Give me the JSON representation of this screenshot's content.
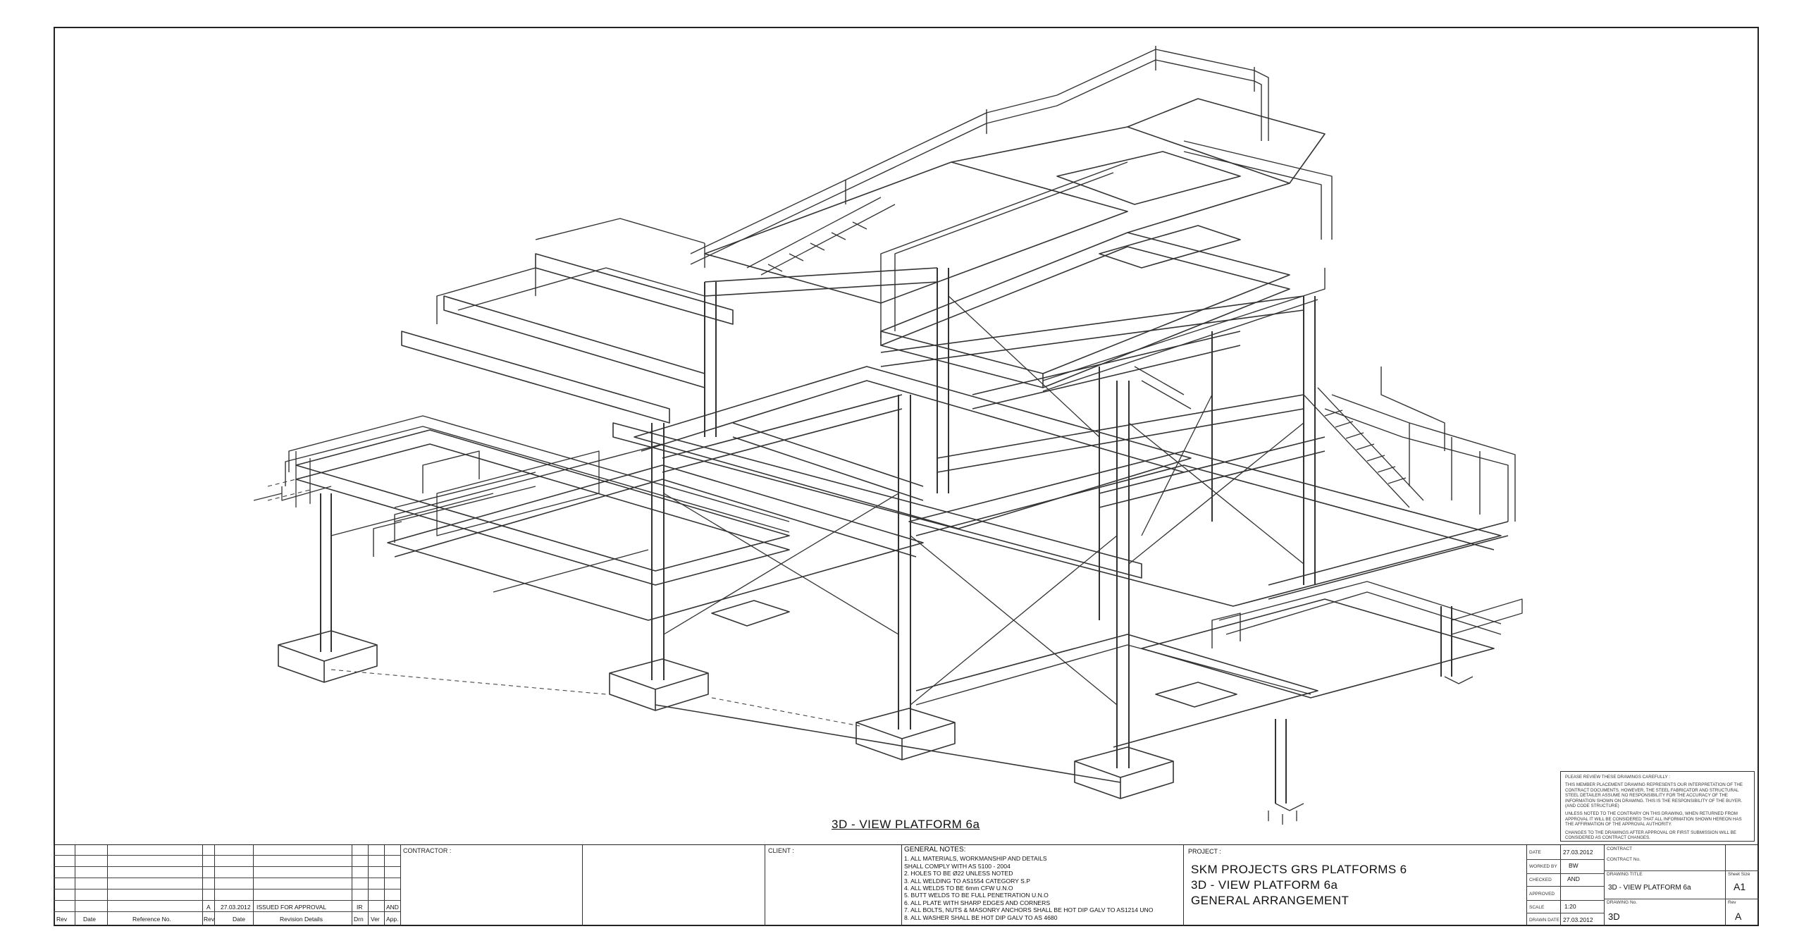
{
  "view_title": "3D - VIEW PLATFORM 6a",
  "review_notes": {
    "heading": "PLEASE REVIEW THESE DRAWINGS CAREFULLY :",
    "p1": "THIS MEMBER PLACEMENT DRAWING REPRESENTS OUR INTERPRETATION OF THE CONTRACT DOCUMENTS. HOWEVER, THE STEEL FABRICATOR AND STRUCTURAL STEEL DETAILER ASSUME NO RESPONSIBILITY FOR THE ACCURACY OF THE INFORMATION SHOWN ON DRAWING. THIS IS THE RESPONSIBILITY OF THE BUYER. (AND CODE STRUCTURE)",
    "p2": "UNLESS NOTED TO THE CONTRARY ON THIS DRAWING, WHEN RETURNED FROM APPROVAL IT WILL BE CONSIDERED THAT ALL INFORMATION SHOWN HEREON HAS THE AFFIRMATION OF THE APPROVAL AUTHORITY.",
    "p3": "CHANGES TO THE DRAWINGS AFTER APPROVAL OR FIRST SUBMISSION WILL BE CONSIDERED AS CONTRACT CHANGES."
  },
  "revision_table": {
    "headers": [
      "Rev",
      "Date",
      "Reference No.",
      "Rev",
      "Date",
      "Revision Details",
      "Drn",
      "Ver",
      "App."
    ],
    "row": {
      "rev": "A",
      "date": "27.03.2012",
      "details": "ISSUED FOR APPROVAL",
      "drn": "IR",
      "app": "AND"
    }
  },
  "contractor_label": "CONTRACTOR :",
  "client_label": "CLIENT :",
  "general_notes": {
    "heading": "GENERAL NOTES:",
    "lines": [
      "1. ALL MATERIALS, WORKMANSHIP AND DETAILS",
      "    SHALL COMPLY WITH AS 5100 - 2004",
      "2. HOLES TO BE Ø22 UNLESS NOTED",
      "3. ALL WELDING TO AS1554 CATEGORY S.P",
      "4. ALL WELDS TO BE 6mm CFW U.N.O",
      "5. BUTT WELDS TO BE FULL PENETRATION U.N.O",
      "6. ALL PLATE WITH SHARP EDGES AND CORNERS",
      "7. ALL BOLTS, NUTS & MASONRY ANCHORS SHALL BE HOT DIP GALV TO AS1214 UNO",
      "8. ALL WASHER SHALL BE HOT DIP GALV TO AS 4680"
    ]
  },
  "project": {
    "label": "PROJECT :",
    "line1": "SKM PROJECTS GRS PLATFORMS 6",
    "line2": "3D - VIEW PLATFORM 6a",
    "line3": "GENERAL ARRANGEMENT"
  },
  "info": {
    "date_label": "DATE",
    "date": "27.03.2012",
    "worked_by_label": "WORKED BY",
    "worked_by": "BW",
    "checked_label": "CHECKED",
    "checked": "AND",
    "approved_label": "APPROVED",
    "scale_label": "SCALE",
    "scale": "1:20",
    "drawn_date_label": "DRAWN DATE",
    "drawn_date": "27.03.2012",
    "contract_label": "CONTRACT",
    "contract_no_label": "CONTRACT No.",
    "drawing_title_label": "DRAWING TITLE",
    "drawing_title": "3D - VIEW PLATFORM 6a",
    "sheet_size_label": "Sheet Size",
    "sheet_size": "A1",
    "drawing_no_label": "DRAWING No.",
    "drawing_no": "3D",
    "rev_label": "Rev",
    "rev": "A"
  }
}
